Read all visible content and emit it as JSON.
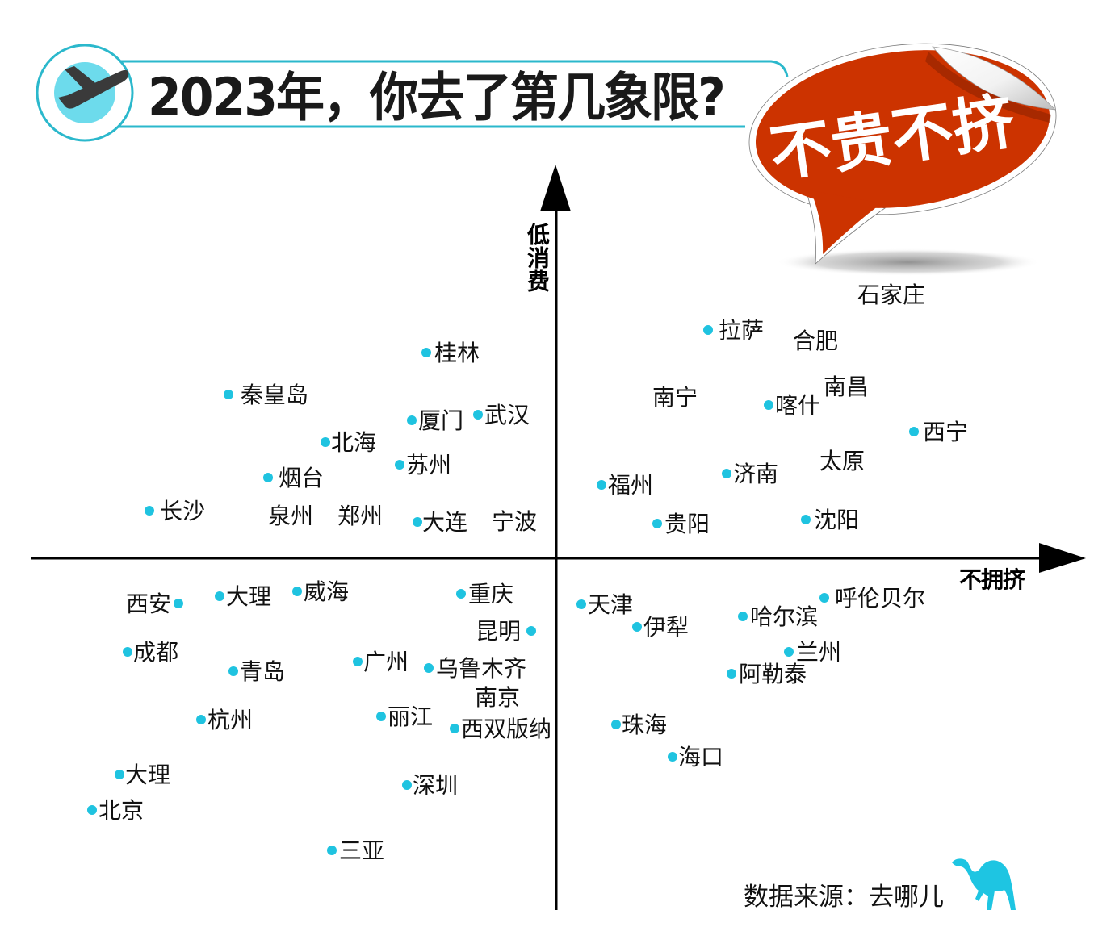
{
  "header": {
    "title": "2023年，你去了第几象限?",
    "icon": "airplane-takeoff-icon"
  },
  "badge": {
    "text": "不贵不挤"
  },
  "axes": {
    "y_label": "低消费",
    "x_label": "不拥挤"
  },
  "footer": {
    "source": "数据来源：去哪儿",
    "logo_icon": "camel-icon"
  },
  "colors": {
    "accent": "#2bb8cc",
    "icon_fill": "#6ddbec",
    "icon_plane": "#3a3a3a",
    "marker": "#1fc3e0",
    "badge": "#cc3300",
    "text": "#111111"
  },
  "chart_data": {
    "type": "scatter",
    "title": "2023年，你去了第几象限?",
    "subtitle": "不贵不挤",
    "xlabel": "不拥挤",
    "ylabel": "低消费",
    "grid": false,
    "legend": null,
    "xlim": [
      -650,
      656
    ],
    "ylim": [
      -436,
      488
    ],
    "marker_color": "#1fc3e0",
    "points": [
      {
        "label": "桂林",
        "x": -161,
        "y": 255,
        "marker": true,
        "gap": 10
      },
      {
        "label": "秦皇岛",
        "x": -406,
        "y": 203,
        "marker": true,
        "gap": 15
      },
      {
        "label": "厦门",
        "x": -179,
        "y": 171,
        "marker": true
      },
      {
        "label": "武汉",
        "x": -97,
        "y": 178,
        "marker": true
      },
      {
        "label": "北海",
        "x": -286,
        "y": 144,
        "marker": true,
        "gap": 7
      },
      {
        "label": "苏州",
        "x": -194,
        "y": 116,
        "marker": true
      },
      {
        "label": "烟台",
        "x": -357,
        "y": 100,
        "marker": true,
        "gap": 13
      },
      {
        "label": "长沙",
        "x": -504,
        "y": 59,
        "marker": true,
        "gap": 13
      },
      {
        "label": "泉州",
        "x": -329,
        "y": 52,
        "marker": false
      },
      {
        "label": "郑州",
        "x": -243,
        "y": 52,
        "marker": false
      },
      {
        "label": "大连",
        "x": -172,
        "y": 45,
        "marker": true,
        "gap": 6
      },
      {
        "label": "宁波",
        "x": -52,
        "y": 45,
        "marker": false
      },
      {
        "label": "石家庄",
        "x": 415,
        "y": 326,
        "marker": false
      },
      {
        "label": "拉萨",
        "x": 188,
        "y": 283,
        "marker": true,
        "gap": 13
      },
      {
        "label": "合肥",
        "x": 321,
        "y": 269,
        "marker": false
      },
      {
        "label": "南宁",
        "x": 147,
        "y": 199,
        "marker": false
      },
      {
        "label": "南昌",
        "x": 359,
        "y": 212,
        "marker": false
      },
      {
        "label": "喀什",
        "x": 263,
        "y": 190,
        "marker": true
      },
      {
        "label": "西宁",
        "x": 443,
        "y": 157,
        "marker": true,
        "gap": 11
      },
      {
        "label": "太原",
        "x": 354,
        "y": 120,
        "marker": false
      },
      {
        "label": "济南",
        "x": 211,
        "y": 105,
        "marker": true
      },
      {
        "label": "福州",
        "x": 56,
        "y": 91,
        "marker": true
      },
      {
        "label": "贵阳",
        "x": 125,
        "y": 43,
        "marker": true,
        "gap": 9
      },
      {
        "label": "沈阳",
        "x": 309,
        "y": 48,
        "marker": true,
        "gap": 10
      },
      {
        "label": "西安",
        "x": -468,
        "y": -56,
        "marker": true,
        "side": "left",
        "gap": 9
      },
      {
        "label": "大理",
        "x": -417,
        "y": -47,
        "marker": true
      },
      {
        "label": "威海",
        "x": -321,
        "y": -41,
        "marker": true
      },
      {
        "label": "重庆",
        "x": -118,
        "y": -44,
        "marker": true,
        "gap": 9
      },
      {
        "label": "昆明",
        "x": -31,
        "y": -90,
        "marker": true,
        "side": "left",
        "gap": 13
      },
      {
        "label": "成都",
        "x": -531,
        "y": -116,
        "marker": true,
        "gap": 7
      },
      {
        "label": "青岛",
        "x": -400,
        "y": -140,
        "marker": true
      },
      {
        "label": "广州",
        "x": -246,
        "y": -128,
        "marker": true,
        "gap": 7
      },
      {
        "label": "乌鲁木齐",
        "x": -158,
        "y": -136,
        "marker": true,
        "gap": 9
      },
      {
        "label": "南京",
        "x": -73,
        "y": -173,
        "marker": false
      },
      {
        "label": "杭州",
        "x": -440,
        "y": -200,
        "marker": true
      },
      {
        "label": "丽江",
        "x": -217,
        "y": -196,
        "marker": true
      },
      {
        "label": "西双版纳",
        "x": -126,
        "y": -211,
        "marker": true
      },
      {
        "label": "大理",
        "x": -541,
        "y": -268,
        "marker": true,
        "gap": 7
      },
      {
        "label": "北京",
        "x": -575,
        "y": -312,
        "marker": true
      },
      {
        "label": "深圳",
        "x": -185,
        "y": -281,
        "marker": true,
        "gap": 7
      },
      {
        "label": "三亚",
        "x": -278,
        "y": -362,
        "marker": true,
        "gap": 9
      },
      {
        "label": "天津",
        "x": 31,
        "y": -57,
        "marker": true
      },
      {
        "label": "伊犁",
        "x": 100,
        "y": -85,
        "marker": true
      },
      {
        "label": "哈尔滨",
        "x": 231,
        "y": -72,
        "marker": true,
        "gap": 9
      },
      {
        "label": "呼伦贝尔",
        "x": 332,
        "y": -49,
        "marker": true,
        "gap": 13
      },
      {
        "label": "兰州",
        "x": 288,
        "y": -116,
        "marker": true,
        "gap": 9
      },
      {
        "label": "阿勒泰",
        "x": 217,
        "y": -143,
        "marker": true,
        "gap": 9
      },
      {
        "label": "珠海",
        "x": 74,
        "y": -206,
        "marker": true,
        "gap": 7
      },
      {
        "label": "海口",
        "x": 144,
        "y": -246,
        "marker": true,
        "gap": 7
      }
    ]
  }
}
